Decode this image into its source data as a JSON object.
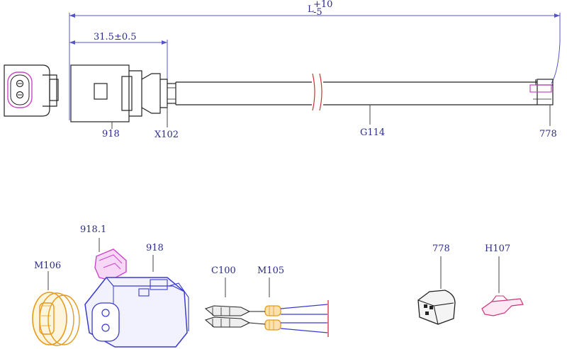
{
  "dimensions": {
    "overall_length": "L",
    "overall_tolerance_upper": "+10",
    "overall_tolerance_lower": "-5",
    "connector_offset": "31.5±0.5"
  },
  "callouts_top": {
    "connector": "918",
    "sleeve": "X102",
    "cable": "G114",
    "end_clip": "778"
  },
  "parts": {
    "secondary_lock": "918.1",
    "housing": "918",
    "seal": "M106",
    "terminal": "C100",
    "wire_seal": "M105",
    "end_block": "778",
    "clip": "H107"
  },
  "colors": {
    "dimension_line": "#5555cc",
    "label_text": "#2b2b8c",
    "housing_blue": "#3a3ad0",
    "lock_magenta": "#cc44cc",
    "seal_orange": "#e69a1a",
    "break_red": "#cc3333"
  }
}
